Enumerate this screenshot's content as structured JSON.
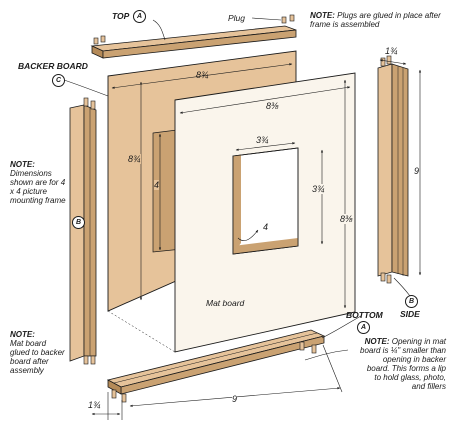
{
  "parts": {
    "top": {
      "label": "TOP",
      "callout": "A"
    },
    "backer_board": {
      "label": "BACKER BOARD",
      "callout": "C"
    },
    "bottom": {
      "label": "BOTTOM",
      "callout": "A"
    },
    "side_left": {
      "callout": "B"
    },
    "side_right": {
      "label": "SIDE",
      "callout": "B"
    },
    "plug": {
      "label": "Plug"
    },
    "mat_board": {
      "label": "Mat board"
    }
  },
  "dimensions": {
    "backer_width": "8¾",
    "backer_height": "8¾",
    "backer_inner_height": "4",
    "mat_width": "8⅜",
    "mat_height": "8⅜",
    "opening_width": "3¾",
    "opening_height": "3¾",
    "opening_reveal": "4",
    "side_width": "1¾",
    "side_height": "9",
    "bottom_width": "1¾",
    "bottom_length": "9"
  },
  "notes": {
    "plugs": {
      "head": "NOTE:",
      "body": "Plugs are glued in place after frame is assembled"
    },
    "dimensions": {
      "head": "NOTE:",
      "body": "Dimensions shown are for 4 x 4 picture mounting frame"
    },
    "mat_glued": {
      "head": "NOTE:",
      "body": "Mat board glued to backer board after assembly"
    },
    "opening": {
      "head": "NOTE:",
      "body": "Opening in mat board is ¼\" smaller than opening in backer board. This forms a lip to hold glass, photo, and fillers"
    }
  },
  "colors": {
    "wood": "#e6c39a",
    "wood_dark": "#caa272",
    "wood_shadow": "#b48a58",
    "board": "#faf5ec",
    "line": "#1b1b1b"
  }
}
